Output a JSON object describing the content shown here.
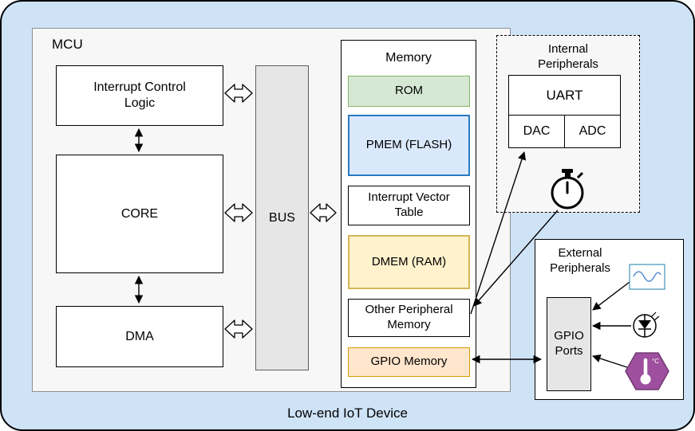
{
  "title": "Low-end IoT Device",
  "mcu": {
    "label": "MCU",
    "interrupt_control": "Interrupt Control Logic",
    "core": "CORE",
    "dma": "DMA",
    "bus": "BUS"
  },
  "memory": {
    "title": "Memory",
    "rom": "ROM",
    "pmem": "PMEM (FLASH)",
    "ivt": "Interrupt Vector Table",
    "dmem": "DMEM (RAM)",
    "other": "Other Peripheral Memory",
    "gpio": "GPIO Memory"
  },
  "internal_peripherals": {
    "label": "Internal Peripherals",
    "uart": "UART",
    "dac": "DAC",
    "adc": "ADC"
  },
  "external_peripherals": {
    "label": "External Peripherals",
    "gpio_ports": "GPIO Ports",
    "thermometer_unit": "°C"
  },
  "colors": {
    "canvas_bg": "#cfe3f7",
    "mcu_bg": "#f7f7f7",
    "bus_fill": "#e6e6e6",
    "rom_fill": "#d5e8d4",
    "rom_border": "#82b366",
    "pmem_fill": "#dae8fc",
    "pmem_border": "#2a7ac0",
    "dmem_fill": "#fff2cc",
    "dmem_border": "#d6b656",
    "gpio_mem_fill": "#ffe6cc",
    "gpio_mem_border": "#d79b00",
    "gpio_ports_fill": "#e6e6e6",
    "thermometer_hex": "#9e4f9e",
    "waveform_box_border": "#4f9cbc",
    "waveform_line": "#5b8fd4"
  }
}
